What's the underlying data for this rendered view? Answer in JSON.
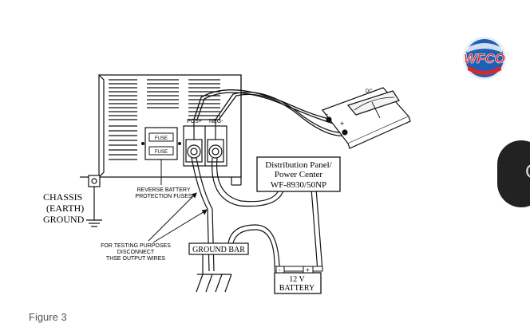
{
  "logo": {
    "text": "WFCO",
    "colors": {
      "red": "#d9262b",
      "blue": "#1f5fb4",
      "white": "#ffffff"
    }
  },
  "diagram": {
    "labels": {
      "chassis": [
        "CHASSIS",
        "(EARTH)",
        "GROUND"
      ],
      "fuse_top": "FUSE",
      "fuse_bottom": "FUSE",
      "pos_terminal": "POS+",
      "neg_terminal": "NEG-",
      "reverse_fuses": [
        "REVERSE BATTERY",
        "PROTECTION FUSES"
      ],
      "testing_note": [
        "FOR TESTING PURPOSES",
        "DISCONNECT",
        "THSE OUTPUT WIRES"
      ],
      "distribution_panel": [
        "Distribution Panel/",
        "Power Center",
        "WF-8930/50NP"
      ],
      "ground_bar": "GROUND BAR",
      "battery": [
        "12 V",
        "BATTERY"
      ],
      "battery_neg": "-",
      "battery_pos": "+",
      "meter_neg": "-",
      "meter_pos": "+",
      "meter_dc": "DC"
    }
  },
  "caption": "Figure 3",
  "side_tab_glyph": "C"
}
